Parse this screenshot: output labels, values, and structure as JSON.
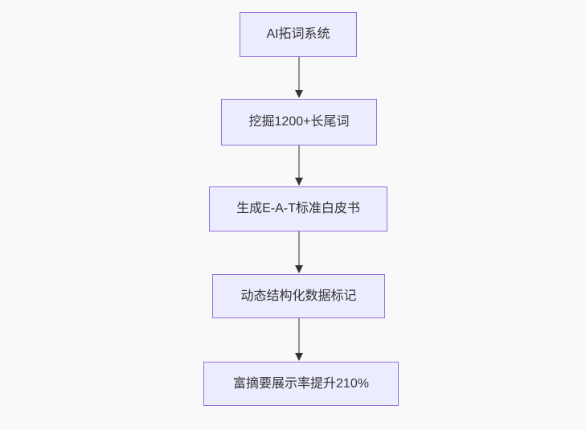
{
  "diagram": {
    "type": "flowchart",
    "direction": "top-down",
    "nodes": [
      {
        "id": "n1",
        "label": "AI拓词系统"
      },
      {
        "id": "n2",
        "label": "挖掘1200+长尾词"
      },
      {
        "id": "n3",
        "label": "生成E-A-T标准白皮书"
      },
      {
        "id": "n4",
        "label": "动态结构化数据标记"
      },
      {
        "id": "n5",
        "label": "富摘要展示率提升210%"
      }
    ],
    "edges": [
      {
        "from": "n1",
        "to": "n2",
        "style": "arrow"
      },
      {
        "from": "n2",
        "to": "n3",
        "style": "arrow"
      },
      {
        "from": "n3",
        "to": "n4",
        "style": "arrow"
      },
      {
        "from": "n4",
        "to": "n5",
        "style": "arrow"
      }
    ],
    "colors": {
      "background": "#f9f9f9",
      "node_fill": "#ECECFF",
      "node_border": "#9370DB",
      "node_text": "#333333",
      "edge_line": "#6f6f6f",
      "arrowhead": "#333333"
    }
  }
}
